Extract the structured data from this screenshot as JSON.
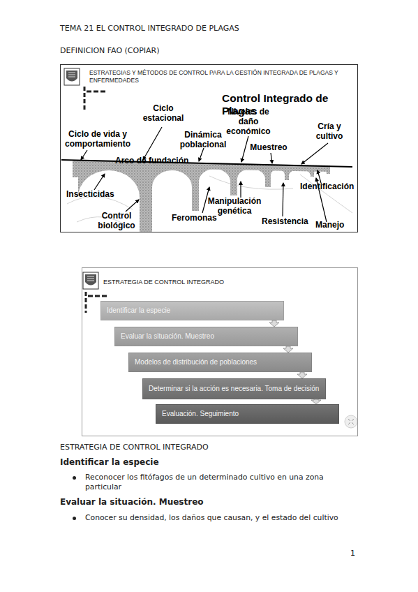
{
  "diagram": {
    "title": "TEMA 21 EL CONTROL INTEGRADO DE PLAGAS",
    "nodes": [
      {
        "text": [
          "ESTRATEGIAS Y MÉTODOS DE CONTROL PARA LA GESTIÓN INTEGRADA DE PLAGAS Y ENFERMEDADES"
        ]
      },
      {
        "text": [
          "ESTRATEGIA DE CONTROL INTEGRADO"
        ]
      },
      {
        "text": [
          "Identificar la especie"
        ],
        "in": 1
      },
      {
        "text": [
          "Evaluar la situación. Muestreo"
        ],
        "in": 1
      },
      {
        "text": [
          "Modelos de distribución de poblaciones"
        ],
        "in": 1
      },
      {
        "text": [
          "Determinar si la acción es necesaria. Toma de decisión"
        ],
        "in": 1
      },
      {
        "text": [
          "Evaluación. Seguimiento"
        ],
        "in": 1
      }
    ],
    "edges": [
      {
        "from": 2,
        "to": 3,
        "arrow": "to"
      },
      {
        "from": 3,
        "to": 4,
        "arrow": "to"
      },
      {
        "from": 4,
        "to": 5,
        "arrow": "to"
      },
      {
        "from": 5,
        "to": 6,
        "arrow": "to"
      }
    ],
    "labels": [
      "DEFINICION FAO (COPIAR)",
      "Control Integrado de Plagas",
      "Ciclo estacional",
      "Niveles de daño económico",
      "Ciclo de vida y comportamiento",
      "Dinámica poblacional",
      "Cría y cultivo",
      "Muestreo",
      "Arco de fundación",
      "Identificación",
      "Insecticidas",
      "Manipulación genética",
      "Resistencia",
      "Control biológico",
      "Feromonas",
      "Manejo",
      "ESTRATEGIA DE CONTROL INTEGRADO",
      "Identificar la especie",
      "Reconocer los fitófagos de un determinado cultivo en una zona particular",
      "Evaluar la situación. Muestreo",
      "Conocer su densidad, los daños que causan, y el estado del cultivo",
      "1"
    ]
  }
}
